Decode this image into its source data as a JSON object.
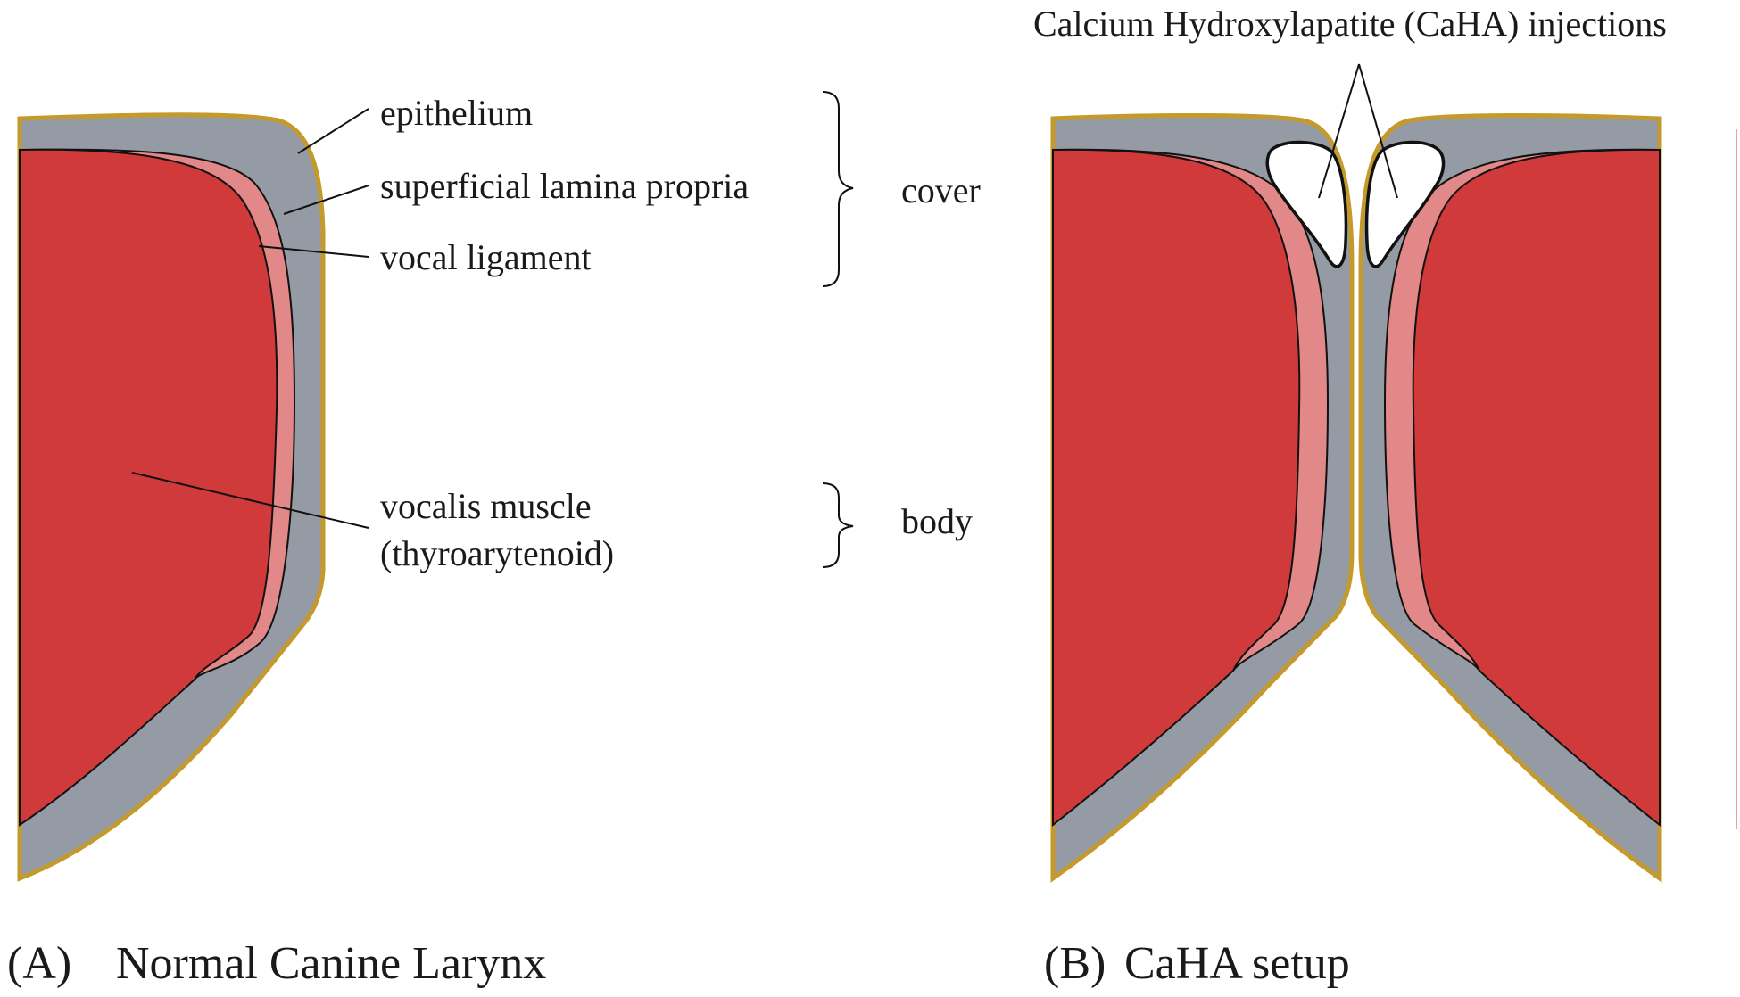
{
  "panel_a": {
    "caption_letter": "(A)",
    "caption_title": "Normal Canine Larynx",
    "labels": {
      "epithelium": "epithelium",
      "superficial_lamina_propria": "superficial lamina propria",
      "vocal_ligament": "vocal ligament",
      "vocalis_muscle_line1": "vocalis muscle",
      "vocalis_muscle_line2": "(thyroarytenoid)"
    },
    "groups": {
      "cover": "cover",
      "body": "body"
    }
  },
  "panel_b": {
    "caption_letter": "(B)",
    "caption_title": "CaHA setup",
    "injection_label": "Calcium Hydroxylapatite (CaHA) injections"
  },
  "colors": {
    "muscle": "#d03a3a",
    "ligament": "#e28888",
    "lamina": "#959ba5",
    "epithelium": "#c49a2c",
    "outline": "#111111",
    "injection": "#ffffff"
  }
}
